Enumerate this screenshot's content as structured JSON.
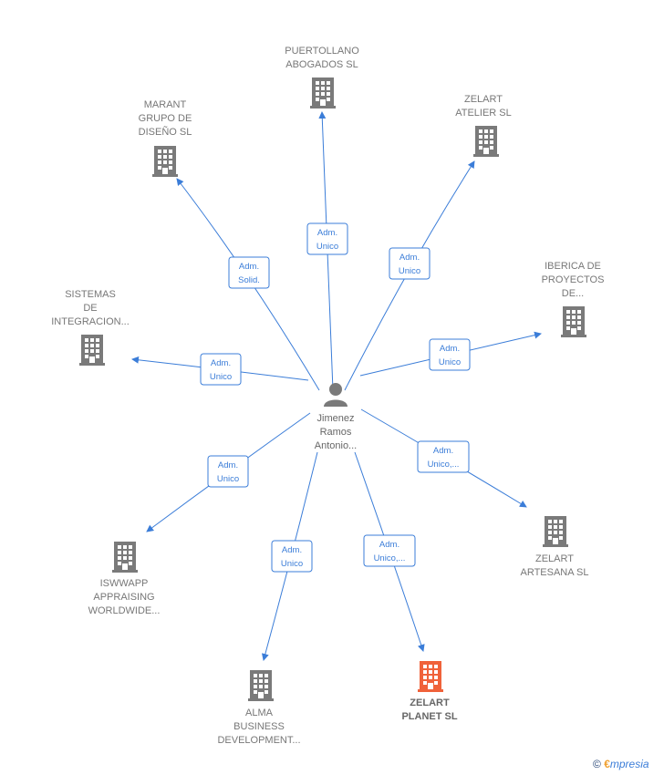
{
  "colors": {
    "edge": "#3b7dd8",
    "building": "#7a7a7a",
    "building_highlight": "#f0623a",
    "label": "#777777",
    "person": "#7a7a7a"
  },
  "center": {
    "name_lines": [
      "Jimenez",
      "Ramos",
      "Antonio..."
    ],
    "icon": "person-icon"
  },
  "companies": [
    {
      "id": "puertollano",
      "lines": [
        "PUERTOLLANO",
        "ABOGADOS SL"
      ],
      "role": [
        "Adm.",
        "Unico"
      ],
      "highlight": false
    },
    {
      "id": "marant",
      "lines": [
        "MARANT",
        "GRUPO DE",
        "DISEÑO  SL"
      ],
      "role": [
        "Adm.",
        "Solid."
      ],
      "highlight": false
    },
    {
      "id": "zelart-atelier",
      "lines": [
        "ZELART",
        "ATELIER  SL"
      ],
      "role": [
        "Adm.",
        "Unico"
      ],
      "highlight": false
    },
    {
      "id": "iberica",
      "lines": [
        "IBERICA DE",
        "PROYECTOS",
        "DE..."
      ],
      "role": [
        "Adm.",
        "Unico"
      ],
      "highlight": false
    },
    {
      "id": "sistemas",
      "lines": [
        "SISTEMAS",
        "DE",
        "INTEGRACION..."
      ],
      "role": [
        "Adm.",
        "Unico"
      ],
      "highlight": false
    },
    {
      "id": "zelart-artesana",
      "lines": [
        "ZELART",
        "ARTESANA SL"
      ],
      "role": [
        "Adm.",
        "Unico,..."
      ],
      "highlight": false
    },
    {
      "id": "iswwapp",
      "lines": [
        "ISWWAPP",
        "APPRAISING",
        "WORLDWIDE..."
      ],
      "role": [
        "Adm.",
        "Unico"
      ],
      "highlight": false
    },
    {
      "id": "alma",
      "lines": [
        "ALMA",
        "BUSINESS",
        "DEVELOPMENT..."
      ],
      "role": [
        "Adm.",
        "Unico"
      ],
      "highlight": false
    },
    {
      "id": "zelart-planet",
      "lines": [
        "ZELART",
        "PLANET  SL"
      ],
      "role": [
        "Adm.",
        "Unico,..."
      ],
      "highlight": true
    }
  ],
  "footer": {
    "copyright": "©",
    "brand_initial": "€",
    "brand_rest": "mpresia"
  }
}
